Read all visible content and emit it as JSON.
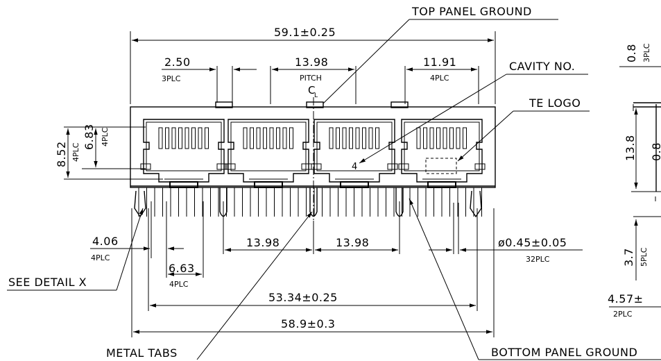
{
  "callouts": {
    "top_panel_ground": "TOP PANEL GROUND",
    "cavity_no": "CAVITY NO.",
    "te_logo": "TE LOGO",
    "see_detail": "SEE DETAIL X",
    "metal_tabs": "METAL TABS",
    "bottom_panel_ground": "BOTTOM PANEL GROUND",
    "cavity_number": "4",
    "centerline": "C",
    "centerline_sub": "L"
  },
  "dimensions": {
    "overall_top": "59.1±0.25",
    "d_2_50": "2.50",
    "d_2_50_note": "3PLC",
    "d_13_98_top": "13.98",
    "pitch": "PITCH",
    "d_11_91": "11.91",
    "d_11_91_note": "4PLC",
    "d_8_52": "8.52",
    "d_8_52_note": "4PLC",
    "d_6_83": "6.83",
    "d_6_83_note": "4PLC",
    "d_4_06": "4.06",
    "d_4_06_note": "4PLC",
    "d_13_98_a": "13.98",
    "d_13_98_b": "13.98",
    "d_pin_dia": "ø0.45±0.05",
    "d_pin_note": "32PLC",
    "d_6_63": "6.63",
    "d_6_63_note": "4PLC",
    "d_53_34": "53.34±0.25",
    "d_58_9": "58.9±0.3",
    "side_0_8_top": "0.8",
    "side_0_8_top_note": "3PLC",
    "side_13_8": "13.8",
    "side_0_8_mid": "0.8",
    "side_3_7": "3.7",
    "side_3_7_note": "5PLC",
    "side_4_57": "4.57±",
    "side_4_57_note": "2PLC"
  }
}
